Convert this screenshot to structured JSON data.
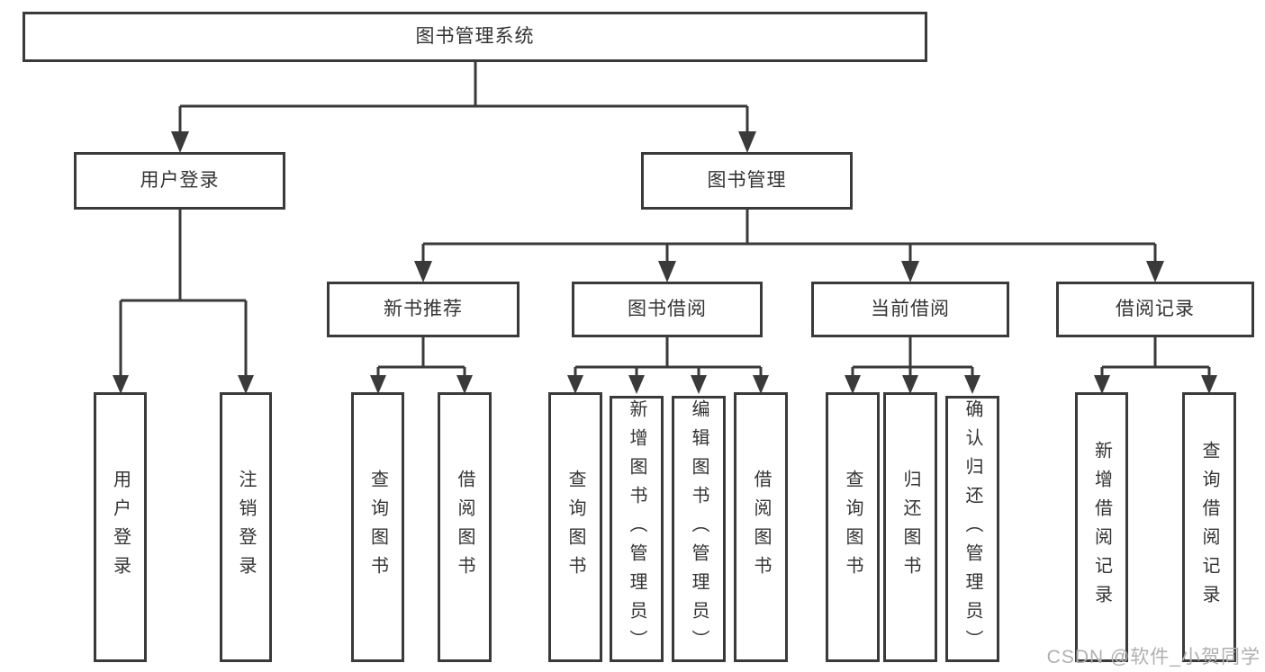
{
  "tree": {
    "label": "图书管理系统",
    "children": [
      {
        "label": "用户登录",
        "children": [
          {
            "label": "用户登录"
          },
          {
            "label": "注销登录"
          }
        ]
      },
      {
        "label": "图书管理",
        "children": [
          {
            "label": "新书推荐",
            "children": [
              {
                "label": "查询图书"
              },
              {
                "label": "借阅图书"
              }
            ]
          },
          {
            "label": "图书借阅",
            "children": [
              {
                "label": "查询图书"
              },
              {
                "label": "新增图书（管理员）"
              },
              {
                "label": "编辑图书（管理员）"
              },
              {
                "label": "借阅图书"
              }
            ]
          },
          {
            "label": "当前借阅",
            "children": [
              {
                "label": "查询图书"
              },
              {
                "label": "归还图书"
              },
              {
                "label": "确认归还（管理员）"
              }
            ]
          },
          {
            "label": "借阅记录",
            "children": [
              {
                "label": "新增借阅记录"
              },
              {
                "label": "查询借阅记录"
              }
            ]
          }
        ]
      }
    ]
  },
  "colors": {
    "line": "#3a3a3a",
    "box_border": "#3a3a3a",
    "text": "#333333",
    "watermark": "#b0b0b0",
    "background": "#ffffff"
  },
  "watermark": "CSDN @软件_小贺同学"
}
